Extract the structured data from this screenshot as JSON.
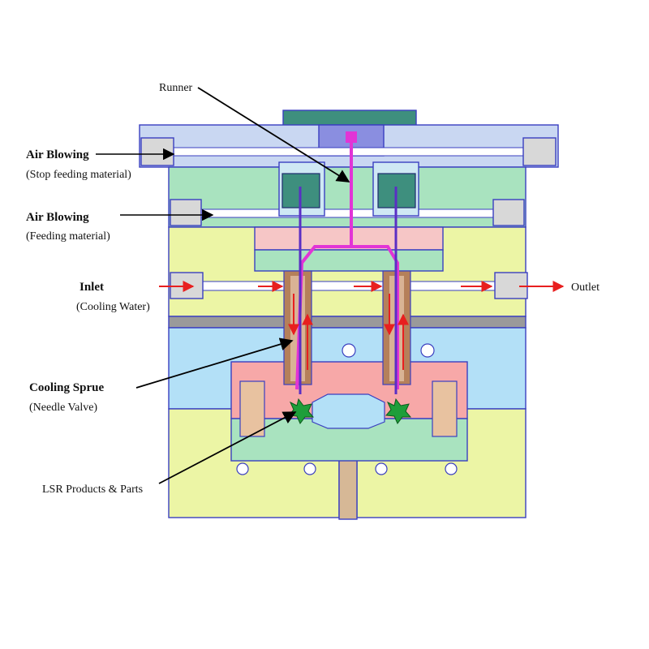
{
  "labels": {
    "runner": "Runner",
    "air_blowing_stop_title": "Air Blowing",
    "air_blowing_stop_sub": "(Stop feeding material)",
    "air_blowing_feed_title": "Air Blowing",
    "air_blowing_feed_sub": "(Feeding material)",
    "inlet_title": "Inlet",
    "inlet_sub": "(Cooling Water)",
    "outlet": "Outlet",
    "cooling_sprue_title": "Cooling Sprue",
    "cooling_sprue_sub": "(Needle Valve)",
    "lsr_products": "LSR Products & Parts"
  },
  "colors": {
    "outline": "#3a3fc0",
    "top_plate": "#c9d7f2",
    "green_plate": "#a9e3bf",
    "yellow_plate": "#ecf5a5",
    "blue_plate": "#b3e0f7",
    "pink_block": "#f7a8a8",
    "gray_strip": "#9a9a9a",
    "cap_green": "#3e8f7e",
    "runner_magenta": "#e234d6",
    "needle_purple": "#5a2fc4",
    "cooling_arrow_red": "#e81f1f",
    "part_green": "#1e9e3a",
    "ejector_tan": "#d6b896"
  }
}
